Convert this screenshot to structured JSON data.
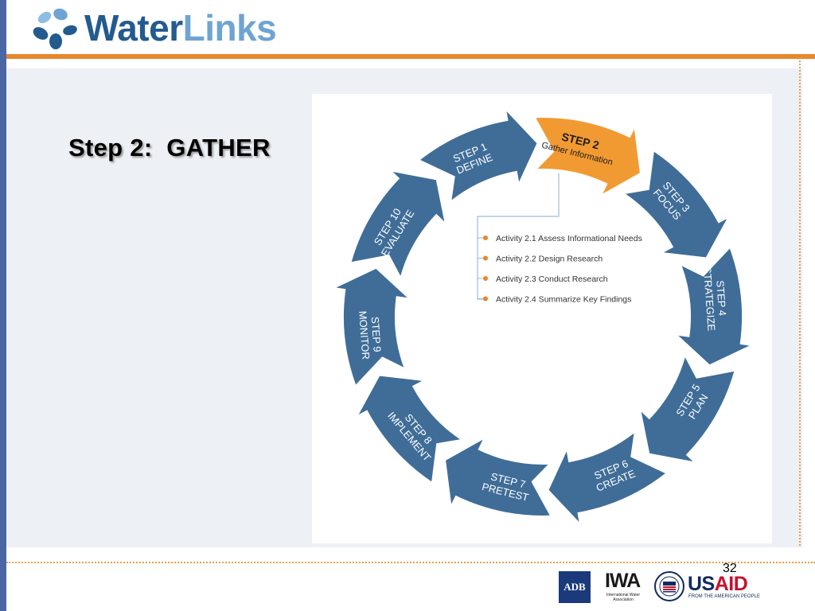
{
  "header": {
    "logo_water": "Water",
    "logo_links": "Links"
  },
  "slide": {
    "title": "Step 2:  GATHER",
    "page_number": "32"
  },
  "diagram": {
    "steps": [
      {
        "num": "STEP 1",
        "label": "DEFINE"
      },
      {
        "num": "STEP 2",
        "label": "Gather Information"
      },
      {
        "num": "STEP 3",
        "label": "FOCUS"
      },
      {
        "num": "STEP 4",
        "label": "STRATEGIZE"
      },
      {
        "num": "STEP 5",
        "label": "PLAN"
      },
      {
        "num": "STEP 6",
        "label": "CREATE"
      },
      {
        "num": "STEP 7",
        "label": "PRETEST"
      },
      {
        "num": "STEP 8",
        "label": "IMPLEMENT"
      },
      {
        "num": "STEP 9",
        "label": "MONITOR"
      },
      {
        "num": "STEP 10",
        "label": "EVALUATE"
      }
    ],
    "activities": [
      "Activity 2.1 Assess Informational Needs",
      "Activity 2.2 Design Research",
      "Activity 2.3 Conduct Research",
      "Activity 2.4 Summarize Key Findings"
    ],
    "colors": {
      "step": "#3f6d98",
      "active": "#f29a32",
      "bullet": "#e8872b",
      "connector": "#9fbcd6"
    }
  },
  "footer": {
    "adb": "ADB",
    "iwa": "IWA",
    "iwa_sub": "International Water Association",
    "usaid_us": "US",
    "usaid_aid": "AID",
    "usaid_sub": "FROM THE AMERICAN PEOPLE"
  }
}
